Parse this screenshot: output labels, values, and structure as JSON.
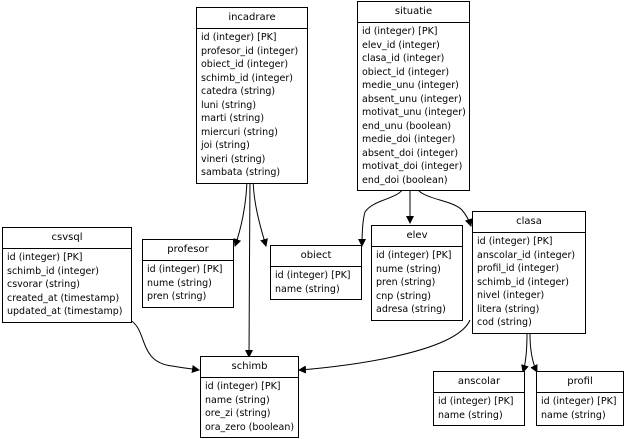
{
  "entities": {
    "incadrare": {
      "name": "incadrare",
      "fields": [
        "id (integer) [PK]",
        "profesor_id (integer)",
        "obiect_id (integer)",
        "schimb_id (integer)",
        "catedra (string)",
        "luni (string)",
        "marti (string)",
        "miercuri (string)",
        "joi (string)",
        "vineri (string)",
        "sambata (string)"
      ]
    },
    "situatie": {
      "name": "situatie",
      "fields": [
        "id (integer) [PK]",
        "elev_id (integer)",
        "clasa_id (integer)",
        "obiect_id (integer)",
        "medie_unu (integer)",
        "absent_unu (integer)",
        "motivat_unu (integer)",
        "end_unu (boolean)",
        "medie_doi (integer)",
        "absent_doi (integer)",
        "motivat_doi (integer)",
        "end_doi (boolean)"
      ]
    },
    "csvsql": {
      "name": "csvsql",
      "fields": [
        "id (integer) [PK]",
        "schimb_id (integer)",
        "csvorar (string)",
        "created_at (timestamp)",
        "updated_at (timestamp)"
      ]
    },
    "profesor": {
      "name": "profesor",
      "fields": [
        "id (integer) [PK]",
        "nume (string)",
        "pren (string)"
      ]
    },
    "obiect": {
      "name": "obiect",
      "fields": [
        "id (integer) [PK]",
        "name (string)"
      ]
    },
    "elev": {
      "name": "elev",
      "fields": [
        "id (integer) [PK]",
        "nume (string)",
        "pren (string)",
        "cnp (string)",
        "adresa (string)"
      ]
    },
    "clasa": {
      "name": "clasa",
      "fields": [
        "id (integer) [PK]",
        "anscolar_id (integer)",
        "profil_id (integer)",
        "schimb_id (integer)",
        "nivel (integer)",
        "litera (string)",
        "cod (string)"
      ]
    },
    "schimb": {
      "name": "schimb",
      "fields": [
        "id (integer) [PK]",
        "name (string)",
        "ore_zi (string)",
        "ora_zero (boolean)"
      ]
    },
    "anscolar": {
      "name": "anscolar",
      "fields": [
        "id (integer) [PK]",
        "name (string)"
      ]
    },
    "profil": {
      "name": "profil",
      "fields": [
        "id (integer) [PK]",
        "name (string)"
      ]
    }
  }
}
